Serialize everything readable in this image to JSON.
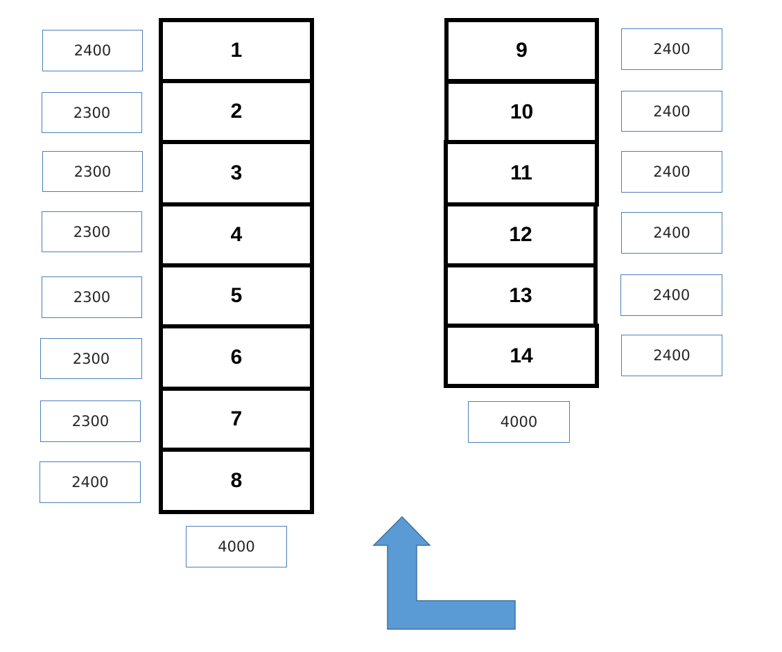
{
  "colors": {
    "space_border": "#000000",
    "dimension_border": "#4a7ebb",
    "arrow_fill": "#5b9bd5",
    "arrow_stroke": "#41719c"
  },
  "left_column": {
    "spaces": [
      "1",
      "2",
      "3",
      "4",
      "5",
      "6",
      "7",
      "8"
    ],
    "widths": [
      "2400",
      "2300",
      "2300",
      "2300",
      "2300",
      "2300",
      "2300",
      "2400"
    ],
    "depth": "4000"
  },
  "right_column": {
    "spaces": [
      "9",
      "10",
      "11",
      "12",
      "13",
      "14"
    ],
    "widths": [
      "2400",
      "2400",
      "2400",
      "2400",
      "2400",
      "2400"
    ],
    "depth": "4000"
  },
  "arrow": {
    "icon": "entrance-turn-arrow-icon"
  }
}
